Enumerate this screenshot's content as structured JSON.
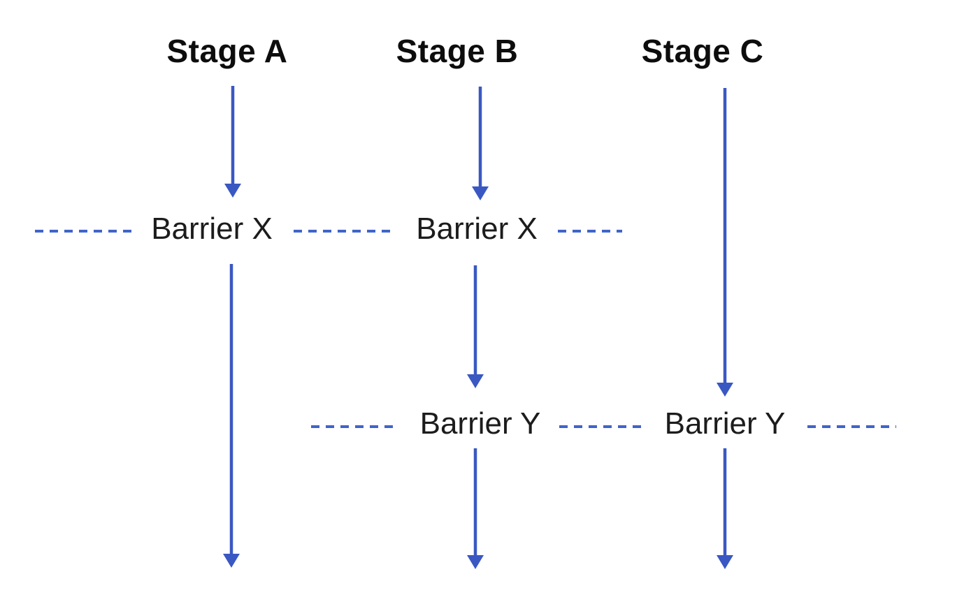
{
  "diagram": {
    "stages": [
      {
        "label": "Stage A"
      },
      {
        "label": "Stage B"
      },
      {
        "label": "Stage C"
      }
    ],
    "barriers": {
      "x_on_stage_a": "Barrier X",
      "x_on_stage_b": "Barrier X",
      "y_on_stage_b": "Barrier Y",
      "y_on_stage_c": "Barrier Y"
    },
    "colors": {
      "arrow": "#3a58c2",
      "dash": "#4164ca",
      "heading_text": "#0d0d0d",
      "label_text": "#1c1c1c",
      "background": "#ffffff"
    }
  }
}
